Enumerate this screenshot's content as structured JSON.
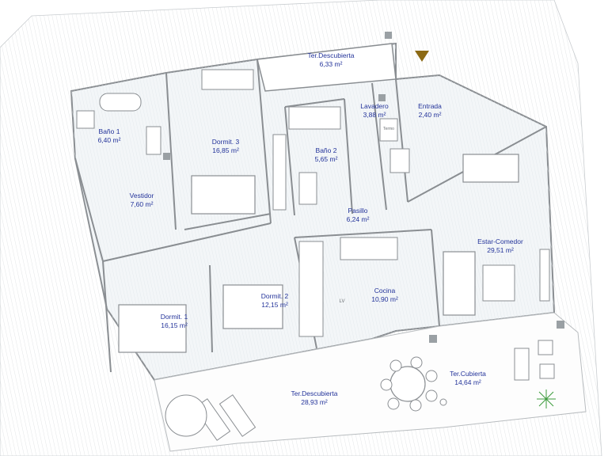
{
  "rooms": [
    {
      "name": "Ter.Descubierta",
      "area": "6,33 m²"
    },
    {
      "name": "Lavadero",
      "area": "3,88 m²"
    },
    {
      "name": "Entrada",
      "area": "2,40 m²"
    },
    {
      "name": "Baño 1",
      "area": "6,40 m²"
    },
    {
      "name": "Dormit. 3",
      "area": "16,85 m²"
    },
    {
      "name": "Baño 2",
      "area": "5,65 m²"
    },
    {
      "name": "Vestidor",
      "area": "7,60 m²"
    },
    {
      "name": "Pasillo",
      "area": "6,24 m²"
    },
    {
      "name": "Estar-Comedor",
      "area": "29,51 m²"
    },
    {
      "name": "Dormit. 2",
      "area": "12,15 m²"
    },
    {
      "name": "Cocina",
      "area": "10,90 m²"
    },
    {
      "name": "Dormit. 1",
      "area": "16,15 m²"
    },
    {
      "name": "Ter.Cubierta",
      "area": "14,64 m²"
    },
    {
      "name": "Ter.Descubierta",
      "area": "28,93 m²"
    }
  ],
  "appliance_labels": {
    "termo": "Termo",
    "lavavajillas": "LV"
  },
  "colors": {
    "label": "#23339a",
    "wall": "#8a8e92",
    "floor": "#e6ecf0",
    "hatch": "#d3dade",
    "entrance_marker": "#8b6914",
    "plant": "#3a9a3a"
  }
}
